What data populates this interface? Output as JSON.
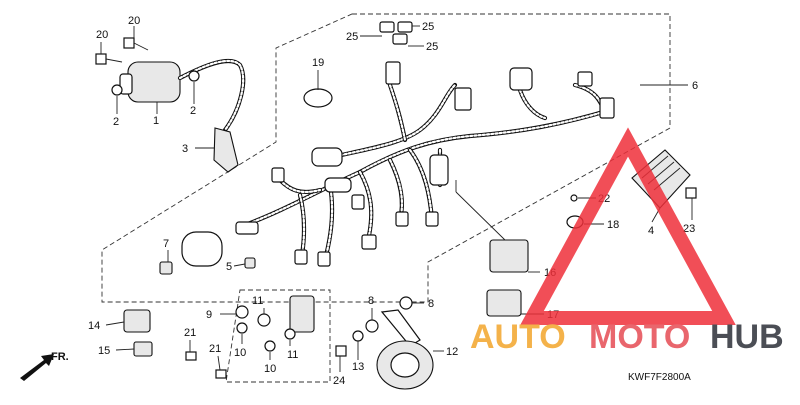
{
  "diagram": {
    "code": "KWF7F2800A",
    "front_label": "FR.",
    "callouts": {
      "c1": "1",
      "c2a": "2",
      "c2b": "2",
      "c3": "3",
      "c4": "4",
      "c5": "5",
      "c6": "6",
      "c7": "7",
      "c8a": "8",
      "c8b": "8",
      "c9": "9",
      "c10a": "10",
      "c10b": "10",
      "c11a": "11",
      "c11b": "11",
      "c12": "12",
      "c13": "13",
      "c14": "14",
      "c15": "15",
      "c16": "16",
      "c17": "17",
      "c18": "18",
      "c19": "19",
      "c20a": "20",
      "c20b": "20",
      "c21a": "21",
      "c21b": "21",
      "c22": "22",
      "c23": "23",
      "c24": "24",
      "c25a": "25",
      "c25b": "25",
      "c25c": "25"
    }
  },
  "watermark": {
    "word_a": "AUTO",
    "word_b": "MOTO",
    "word_c": "HUB",
    "colors": {
      "a": "#f4b24a",
      "b": "#e9666d",
      "c": "#4b4e55",
      "triangle": "#ee2f3a"
    }
  }
}
